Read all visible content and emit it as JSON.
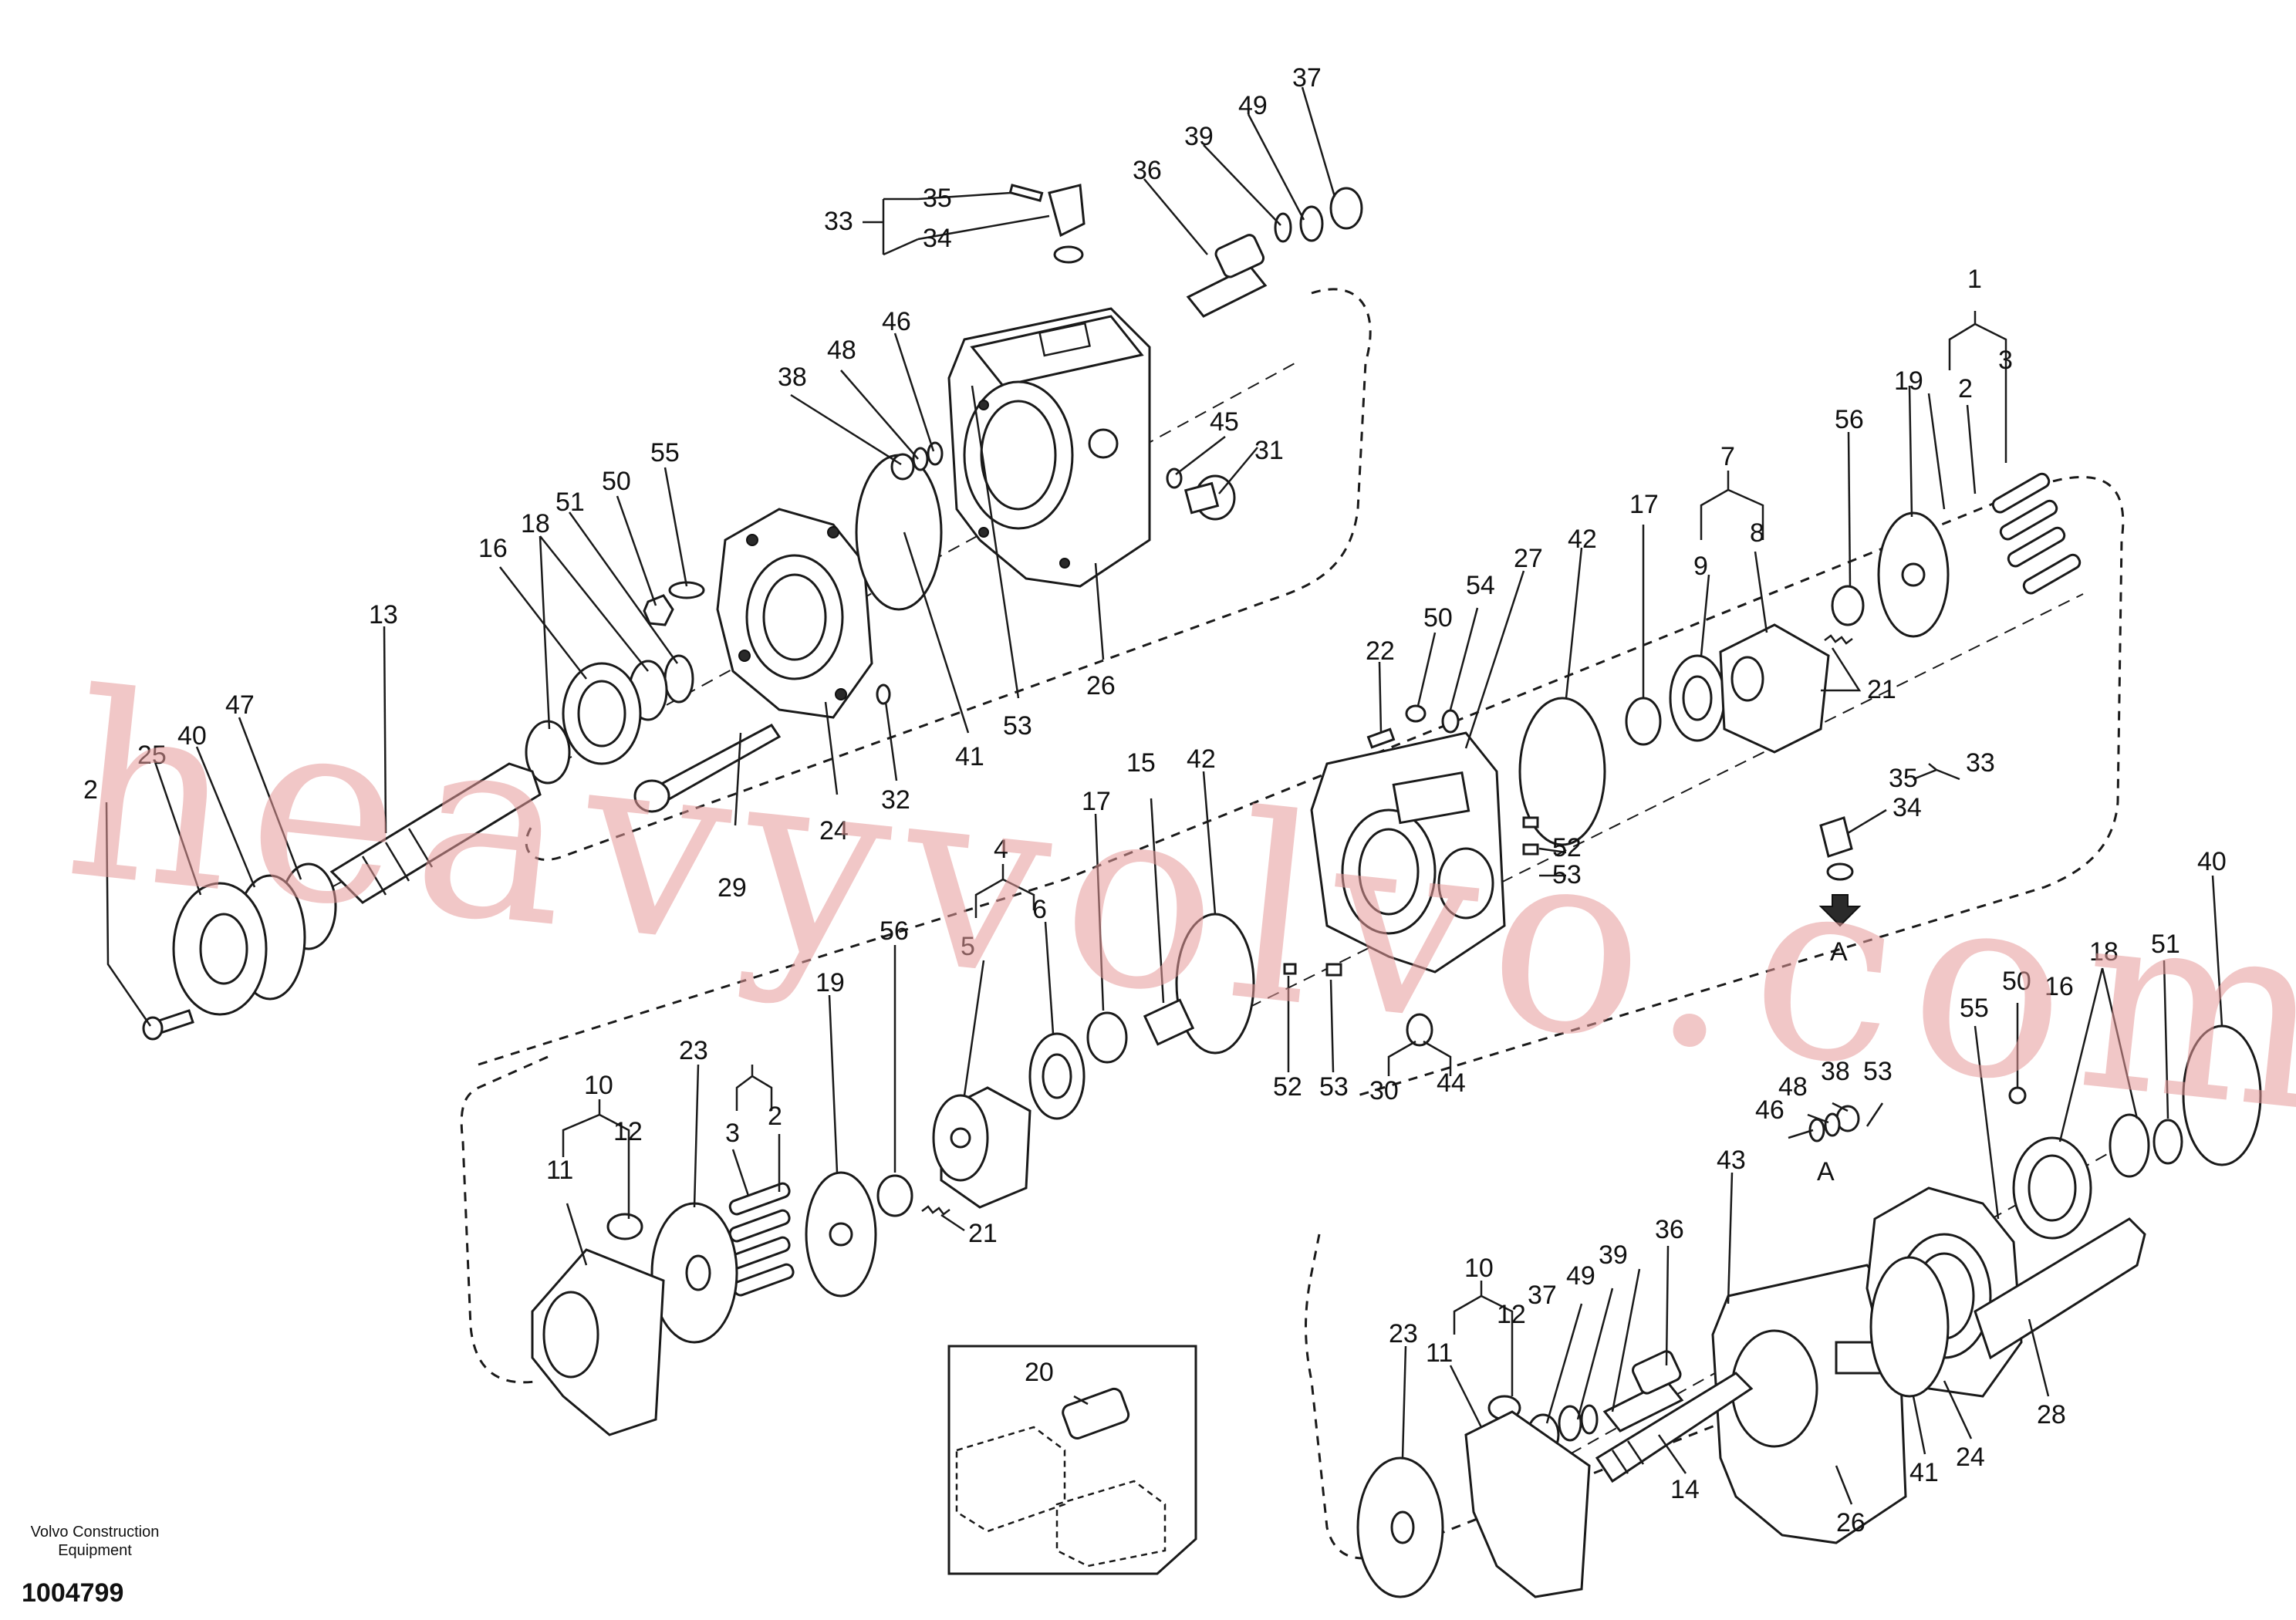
{
  "watermark": "heavyvolvo.com",
  "footer": {
    "company_line1": "Volvo Construction",
    "company_line2": "Equipment",
    "drawing_number": "1004799"
  },
  "callouts": {
    "upper_left": [
      "37",
      "39",
      "49",
      "36",
      "33",
      "35",
      "34",
      "46",
      "48",
      "38",
      "45",
      "31",
      "55",
      "50",
      "51",
      "18",
      "16",
      "13",
      "47",
      "40",
      "25",
      "2",
      "26",
      "53",
      "41",
      "24",
      "32",
      "29"
    ],
    "middle": [
      "1",
      "3",
      "2",
      "19",
      "56",
      "7",
      "8",
      "9",
      "17",
      "42",
      "27",
      "54",
      "50",
      "22",
      "21",
      "33",
      "35",
      "34",
      "52",
      "53",
      "4",
      "6",
      "5",
      "15",
      "17",
      "42",
      "19",
      "56",
      "21",
      "52",
      "53",
      "30",
      "44"
    ],
    "lower_left": [
      "10",
      "12",
      "11",
      "23",
      "3",
      "2"
    ],
    "lower_right": [
      "40",
      "51",
      "18",
      "16",
      "50",
      "55",
      "53",
      "38",
      "48",
      "46",
      "43",
      "36",
      "39",
      "49",
      "37",
      "10",
      "12",
      "11",
      "23",
      "14",
      "26",
      "41",
      "24",
      "28"
    ],
    "inset": [
      "20"
    ],
    "view_marker": "A"
  }
}
